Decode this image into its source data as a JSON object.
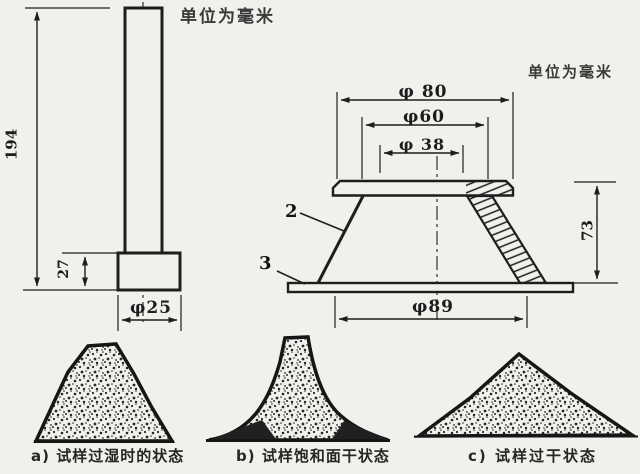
{
  "drawing": {
    "units_note_left": "单位为毫米",
    "units_note_right": "单位为毫米",
    "tamper": {
      "total_height": "194",
      "foot_height": "27",
      "foot_diameter": "φ25"
    },
    "mold": {
      "flange_diameter": "φ 80",
      "top_outer_diameter": "φ60",
      "top_inner_diameter": "φ 38",
      "height": "73",
      "base_diameter": "φ89",
      "part_label_cone": "2",
      "part_label_plate": "3"
    },
    "states": [
      {
        "label": "a) 试样过湿时的状态"
      },
      {
        "label": "b) 试样饱和面干状态"
      },
      {
        "label": "c) 试样过干状态"
      }
    ]
  }
}
